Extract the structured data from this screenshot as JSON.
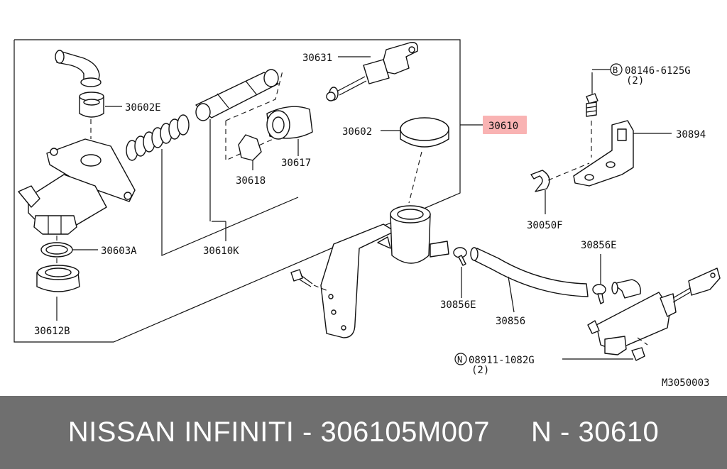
{
  "diagram": {
    "callouts": {
      "p30631": "30631",
      "p30602E": "30602E",
      "p30602": "30602",
      "p30610": "30610",
      "p30617": "30617",
      "p30618": "30618",
      "p30603A": "30603A",
      "p30610K": "30610K",
      "p30612B": "30612B",
      "p30894": "30894",
      "p30050F": "30050F",
      "p30856E_top": "30856E",
      "p30856E_left": "30856E",
      "p30856": "30856",
      "bolt_b": "08146-6125G",
      "bolt_b_qty": "(2)",
      "nut_n": "08911-1082G",
      "nut_n_qty": "(2)",
      "bolt_b_letter": "B",
      "nut_n_letter": "N",
      "drawing_code": "M3050003"
    },
    "highlight_color": "#f9b3b3"
  },
  "footer": {
    "text": "NISSAN INFINITI - 306105M007     N - 30610"
  }
}
